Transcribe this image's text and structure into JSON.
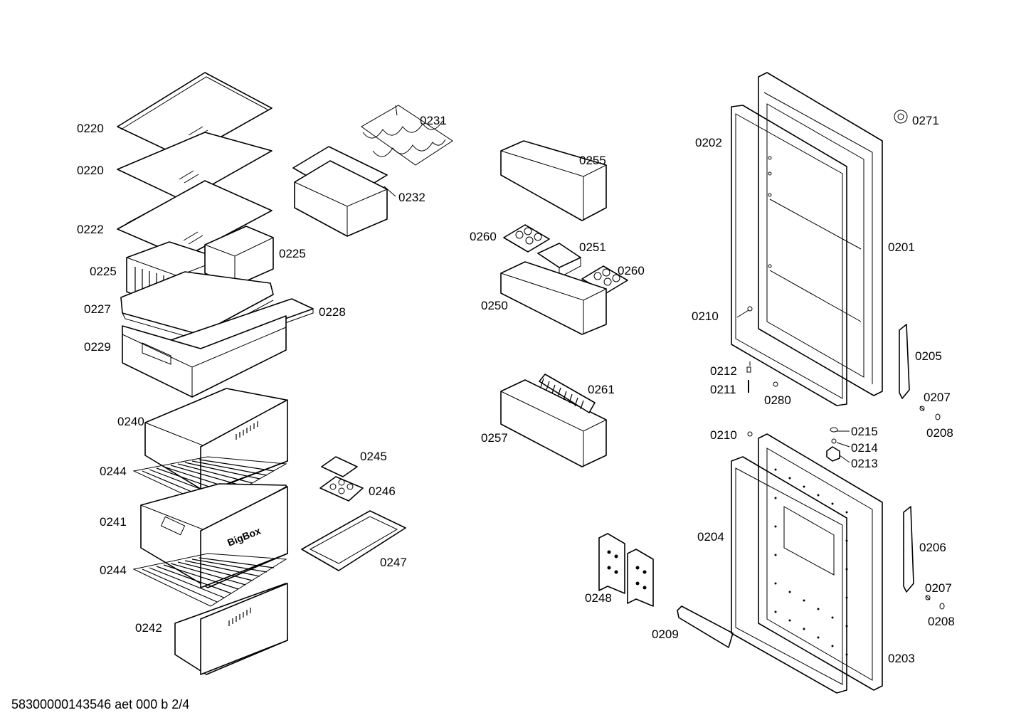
{
  "diagram": {
    "footer": "58300000143546 aet 000 b 2/4",
    "box_mark": "BigBox",
    "labels": {
      "l0220a": "0220",
      "l0220b": "0220",
      "l0222": "0222",
      "l0225a": "0225",
      "l0225b": "0225",
      "l0227": "0227",
      "l0228": "0228",
      "l0229": "0229",
      "l0231": "0231",
      "l0232": "0232",
      "l0240": "0240",
      "l0244a": "0244",
      "l0241": "0241",
      "l0244b": "0244",
      "l0242": "0242",
      "l0245": "0245",
      "l0246": "0246",
      "l0247": "0247",
      "l0255": "0255",
      "l0260a": "0260",
      "l0251": "0251",
      "l0260b": "0260",
      "l0250": "0250",
      "l0261": "0261",
      "l0257": "0257",
      "l0248": "0248",
      "l0209": "0209",
      "l0202": "0202",
      "l0271": "0271",
      "l0201": "0201",
      "l0210a": "0210",
      "l0212": "0212",
      "l0211": "0211",
      "l0280": "0280",
      "l0205": "0205",
      "l0207a": "0207",
      "l0208a": "0208",
      "l0210b": "0210",
      "l0215": "0215",
      "l0214": "0214",
      "l0213": "0213",
      "l0204": "0204",
      "l0206": "0206",
      "l0207b": "0207",
      "l0208b": "0208",
      "l0203": "0203"
    }
  }
}
